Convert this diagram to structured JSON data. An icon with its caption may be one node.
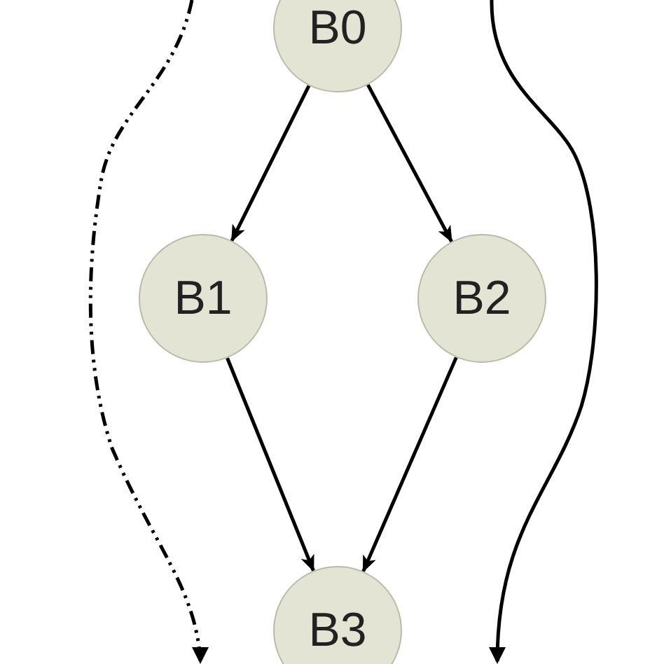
{
  "diagram": {
    "nodes": [
      {
        "text": [
          "B0"
        ]
      },
      {
        "text": [
          "B1"
        ]
      },
      {
        "text": [
          "B2"
        ]
      },
      {
        "text": [
          "B3"
        ]
      }
    ],
    "edges": [
      {
        "from": 0,
        "to": 1,
        "arrow": "to"
      },
      {
        "from": 0,
        "to": 2,
        "arrow": "to"
      },
      {
        "from": 1,
        "to": 3,
        "arrow": "to"
      },
      {
        "from": 2,
        "to": 3,
        "arrow": "to"
      }
    ]
  }
}
